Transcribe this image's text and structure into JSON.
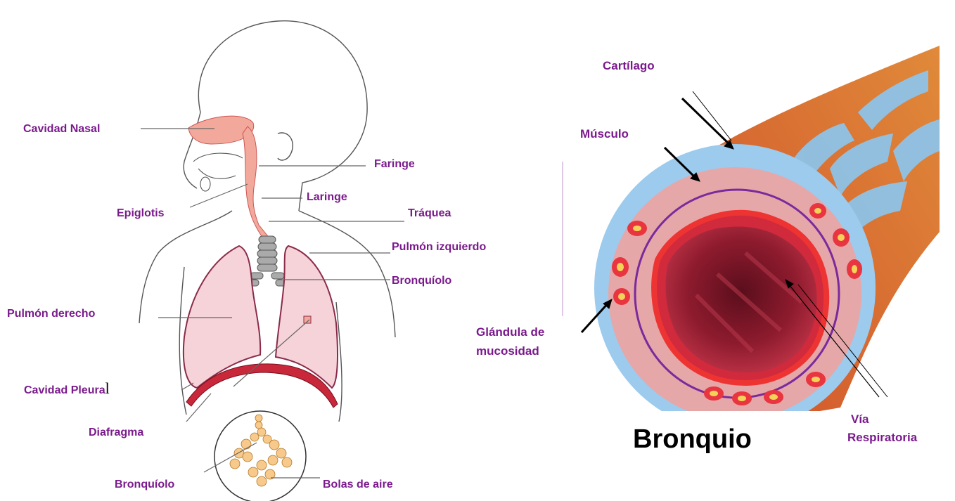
{
  "left_diagram": {
    "labels": {
      "cavidad_nasal": "Cavidad Nasal",
      "faringe": "Faringe",
      "laringe": "Laringe",
      "epiglotis": "Epiglotis",
      "traquea": "Tráquea",
      "pulmon_izquierdo": "Pulmón izquierdo",
      "bronquiolo_top": "Bronquíolo",
      "pulmon_derecho": "Pulmón derecho",
      "cavidad_pleural": "Cavidad Pleura",
      "cavidad_pleural_tail": "l",
      "diafragma": "Diafragma",
      "bronquiolo_bottom": "Bronquíolo",
      "bolas_de_aire": "Bolas de aire"
    }
  },
  "right_diagram": {
    "labels": {
      "cartilago": "Cartílago",
      "musculo": "Músculo",
      "glandula_line1": "Glándula de",
      "glandula_line2": "mucosidad",
      "via_line1": "Vía",
      "via_line2": "Respiratoria"
    },
    "title": "Bronquio"
  },
  "colors": {
    "label_purple": "#7a1a8c",
    "lung_pink": "#f6d3d8",
    "nasal_salmon": "#f2a89a",
    "bronchus_red": "#c8283a",
    "cartilage_blue": "#8fc3e8"
  }
}
